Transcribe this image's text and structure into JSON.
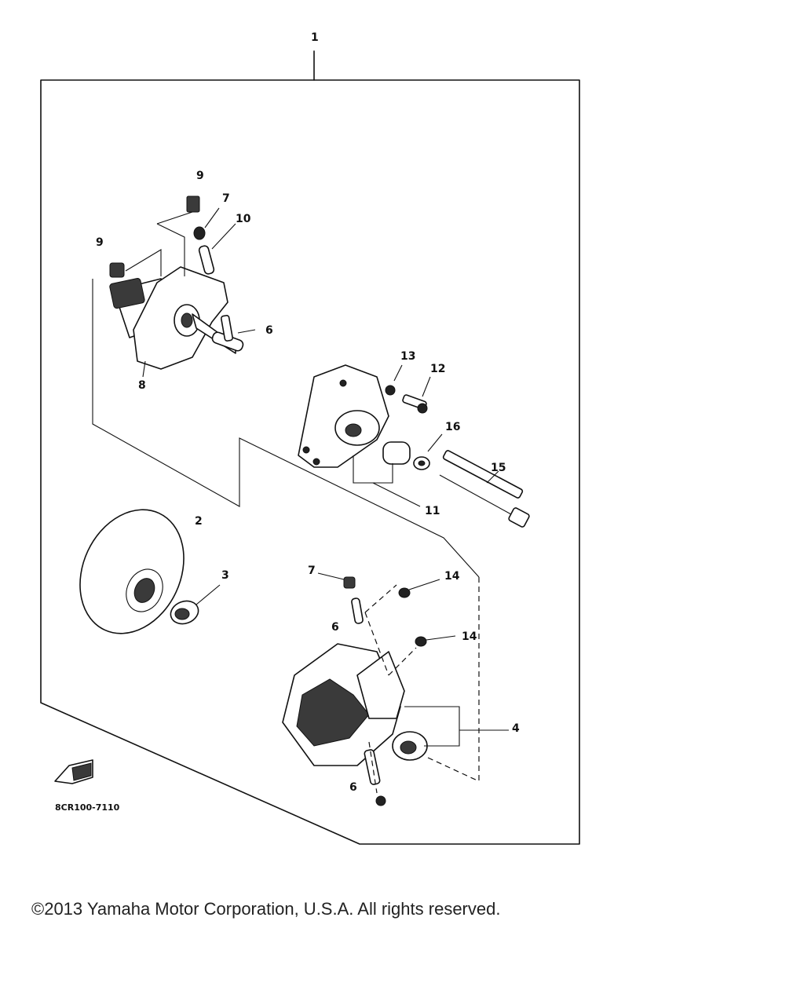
{
  "diagram": {
    "callouts": {
      "c1": "1",
      "c2": "2",
      "c3": "3",
      "c4": "4",
      "c6a": "6",
      "c6b": "6",
      "c6c": "6",
      "c7a": "7",
      "c7b": "7",
      "c8": "8",
      "c9a": "9",
      "c9b": "9",
      "c10": "10",
      "c11": "11",
      "c12": "12",
      "c13": "13",
      "c14a": "14",
      "c14b": "14",
      "c15": "15",
      "c16": "16"
    },
    "figure_code": "8CR100-7110",
    "front_arrow_icon": "front-direction-arrow-icon"
  },
  "footer": {
    "copyright": "©2013 Yamaha Motor Corporation, U.S.A. All rights reserved."
  }
}
